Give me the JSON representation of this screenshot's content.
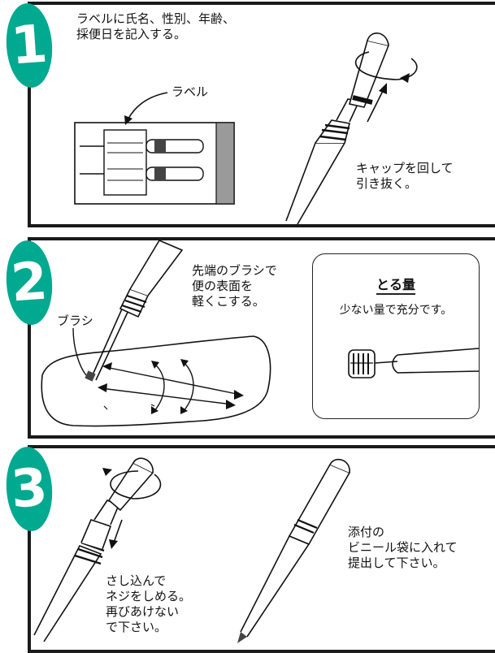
{
  "steps": [
    {
      "number": "1",
      "instruction": "ラベルに氏名、性別、年齢、\n採便日を記入する。",
      "label_callout": "ラベル",
      "cap_text": "キャップを回して\n引き抜く。",
      "badge_color": "#00a98f"
    },
    {
      "number": "2",
      "instruction": "先端のブラシで\n便の表面を\n軽くこする。",
      "brush_callout": "ブラシ",
      "amount_title": "とる量",
      "amount_text": "少ない量で充分です。",
      "badge_color": "#00a98f"
    },
    {
      "number": "3",
      "insert_text": "さし込んで\nネジをしめる。\n再びあけない\nで下さい。",
      "submit_text": "添付の\nビニール袋に入れて\n提出して下さい。",
      "badge_color": "#00a98f"
    }
  ]
}
